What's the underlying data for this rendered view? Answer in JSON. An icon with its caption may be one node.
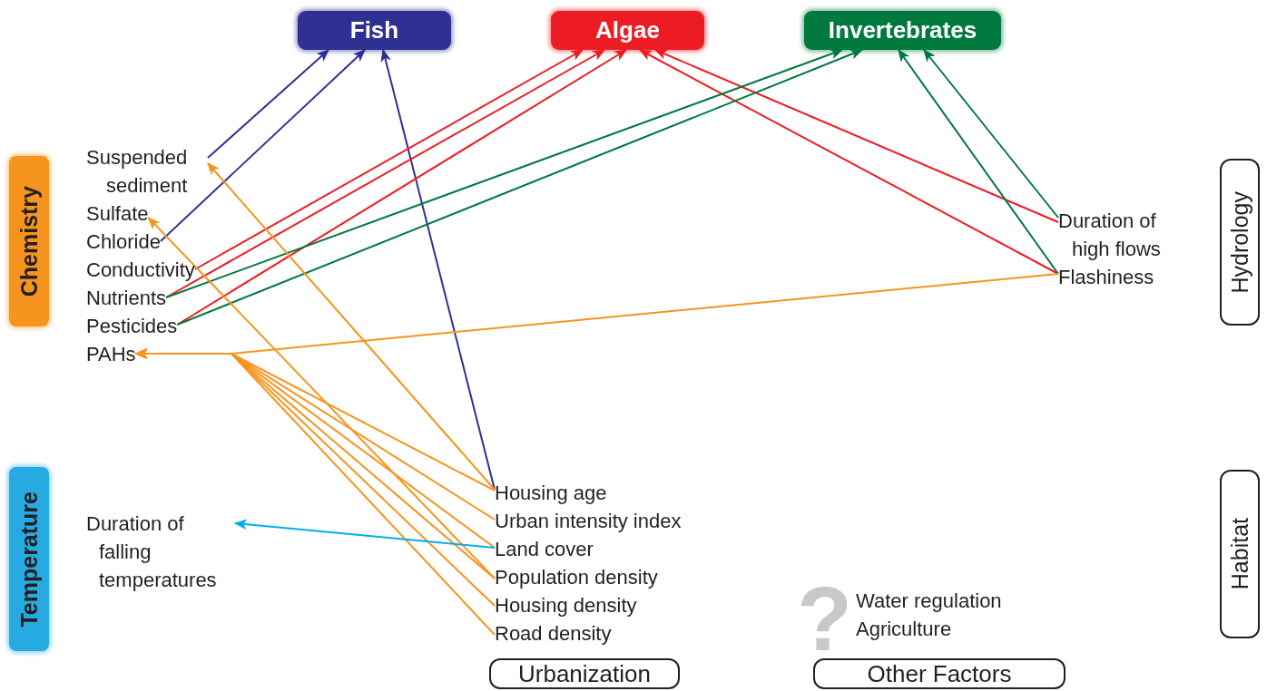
{
  "diagram": {
    "nodes": [
      {
        "text": [
          "Fish"
        ]
      },
      {
        "text": [
          "Algae"
        ]
      },
      {
        "text": [
          "Invertebrates"
        ]
      },
      {
        "text": [
          "Chemistry"
        ]
      },
      {
        "text": [
          "Suspended sediment"
        ]
      },
      {
        "text": [
          "Sulfate"
        ]
      },
      {
        "text": [
          "Chloride"
        ]
      },
      {
        "text": [
          "Conductivity"
        ]
      },
      {
        "text": [
          "Nutrients"
        ]
      },
      {
        "text": [
          "Pesticides"
        ]
      },
      {
        "text": [
          "PAHs"
        ]
      },
      {
        "text": [
          "Hydrology"
        ]
      },
      {
        "text": [
          "Duration of high flows"
        ]
      },
      {
        "text": [
          "Flashiness"
        ]
      },
      {
        "text": [
          "Temperature"
        ]
      },
      {
        "text": [
          "Duration of falling temperatures"
        ]
      },
      {
        "text": [
          "Habitat"
        ]
      },
      {
        "text": [
          "Housing age"
        ]
      },
      {
        "text": [
          "Urban intensity index"
        ]
      },
      {
        "text": [
          "Land cover"
        ]
      },
      {
        "text": [
          "Population density"
        ]
      },
      {
        "text": [
          "Housing density"
        ]
      },
      {
        "text": [
          "Road density"
        ]
      },
      {
        "text": [
          "Urbanization"
        ]
      },
      {
        "text": [
          "Water regulation"
        ]
      },
      {
        "text": [
          "Agriculture"
        ]
      },
      {
        "text": [
          "Other Factors"
        ]
      }
    ],
    "edges": [
      {
        "from": 4,
        "to": 0,
        "arrow": "to",
        "color": "#2e3192"
      },
      {
        "from": 6,
        "to": 0,
        "arrow": "to",
        "color": "#2e3192"
      },
      {
        "from": 17,
        "to": 0,
        "arrow": "to",
        "color": "#2e3192"
      },
      {
        "from": 7,
        "to": 1,
        "arrow": "to",
        "color": "#ed1c24"
      },
      {
        "from": 8,
        "to": 1,
        "arrow": "to",
        "color": "#ed1c24"
      },
      {
        "from": 9,
        "to": 1,
        "arrow": "to",
        "color": "#ed1c24"
      },
      {
        "from": 12,
        "to": 1,
        "arrow": "to",
        "color": "#ed1c24"
      },
      {
        "from": 13,
        "to": 1,
        "arrow": "to",
        "color": "#ed1c24"
      },
      {
        "from": 8,
        "to": 2,
        "arrow": "to",
        "color": "#00793f"
      },
      {
        "from": 9,
        "to": 2,
        "arrow": "to",
        "color": "#00793f"
      },
      {
        "from": 12,
        "to": 2,
        "arrow": "to",
        "color": "#00793f"
      },
      {
        "from": 13,
        "to": 2,
        "arrow": "to",
        "color": "#00793f"
      },
      {
        "from": 13,
        "to": 10,
        "arrow": "to"
      },
      {
        "from": 17,
        "to": 10,
        "arrow": "to"
      },
      {
        "from": 18,
        "to": 10,
        "arrow": "to"
      },
      {
        "from": 19,
        "to": 10,
        "arrow": "to"
      },
      {
        "from": 20,
        "to": 10,
        "arrow": "to"
      },
      {
        "from": 21,
        "to": 10,
        "arrow": "to"
      },
      {
        "from": 22,
        "to": 10,
        "arrow": "to"
      },
      {
        "from": 17,
        "to": 4,
        "arrow": "to"
      },
      {
        "from": 20,
        "to": 5,
        "arrow": "to"
      },
      {
        "from": 19,
        "to": 15,
        "arrow": "to",
        "color": "#00aeef"
      }
    ],
    "labels": [
      "?"
    ]
  }
}
